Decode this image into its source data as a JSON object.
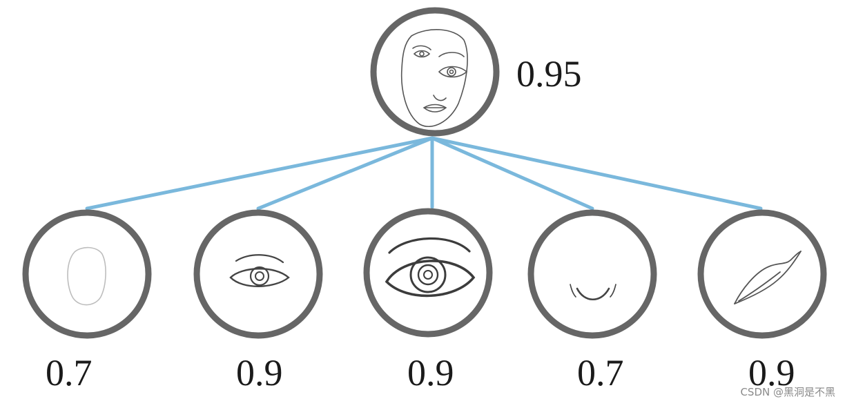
{
  "root": {
    "score": "0.95",
    "icon": "face-sketch-icon"
  },
  "parts": [
    {
      "icon": "face-outline-icon",
      "score": "0.7"
    },
    {
      "icon": "small-eye-icon",
      "score": "0.9"
    },
    {
      "icon": "large-eye-icon",
      "score": "0.9"
    },
    {
      "icon": "nose-icon",
      "score": "0.7"
    },
    {
      "icon": "mouth-icon",
      "score": "0.9"
    }
  ],
  "colors": {
    "circle_stroke": "#666666",
    "connector": "#7ab8dc",
    "sketch": "#555555"
  },
  "watermark": "CSDN @黑洞是不黑"
}
